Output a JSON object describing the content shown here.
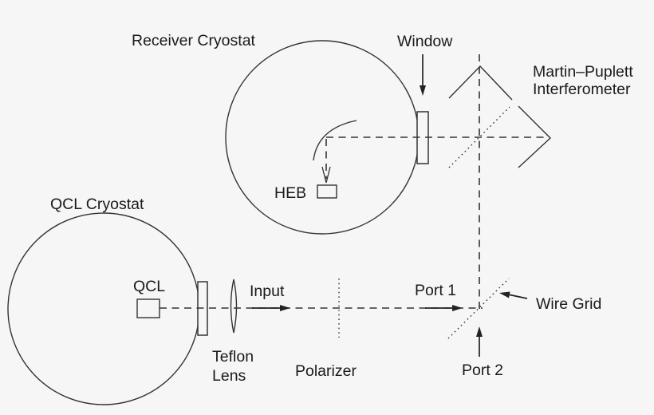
{
  "labels": {
    "receiver_cryostat": "Receiver Cryostat",
    "window": "Window",
    "interferometer_line1": "Martin–Puplett",
    "interferometer_line2": "Interferometer",
    "heb": "HEB",
    "qcl_cryostat": "QCL Cryostat",
    "qcl": "QCL",
    "teflon_lens_line1": "Teflon",
    "teflon_lens_line2": "Lens",
    "input": "Input",
    "polarizer": "Polarizer",
    "port_1": "Port 1",
    "port_2": "Port 2",
    "wire_grid": "Wire Grid"
  },
  "colors": {
    "background": "#f6f6f6",
    "line": "#333333",
    "text": "#1a1a1a"
  }
}
